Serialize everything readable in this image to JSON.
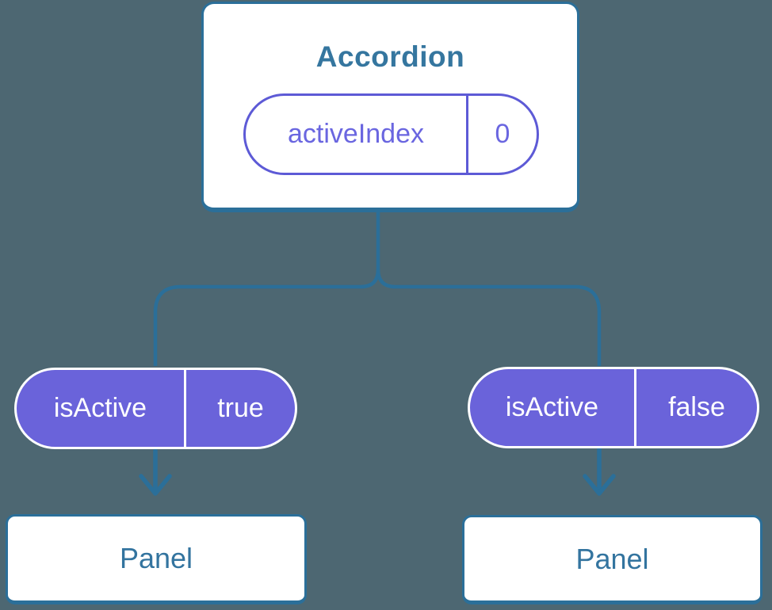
{
  "diagram": {
    "description": "React component tree showing state passed down as props",
    "root": {
      "title": "Accordion",
      "state": {
        "name": "activeIndex",
        "value": "0"
      }
    },
    "children": [
      {
        "prop": {
          "name": "isActive",
          "value": "true"
        },
        "panel": {
          "title": "Panel"
        }
      },
      {
        "prop": {
          "name": "isActive",
          "value": "false"
        },
        "panel": {
          "title": "Panel"
        }
      }
    ]
  },
  "colors": {
    "background": "#4d6772",
    "connector_line": "#2b6f99",
    "box_border": "#2b6f99",
    "heading_text": "#35769f",
    "pill_fill": "#6a63da",
    "pill_outline": "#5d5ad6",
    "pill_text_on_fill": "#ffffff",
    "pill_text_purple": "#6a66e0"
  }
}
